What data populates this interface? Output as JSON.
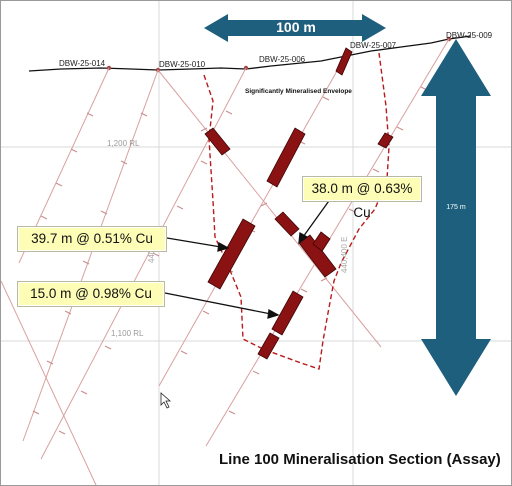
{
  "title": "Line 100 Mineralisation Section (Assay)",
  "scale_horizontal": "100 m",
  "scale_vertical": "175 m",
  "envelope_label": "Significantly Mineralised Envelope",
  "grid": {
    "rl_labels": [
      "1,200 RL",
      "1,100 RL"
    ],
    "easting_labels": [
      "440,400 E",
      "440,0"
    ]
  },
  "drillholes": [
    {
      "id": "DBW-25-014"
    },
    {
      "id": "DBW-25-010"
    },
    {
      "id": "DBW-25-006"
    },
    {
      "id": "DBW-25-007"
    },
    {
      "id": "DBW-25-009"
    }
  ],
  "intercepts": [
    {
      "label": "38.0 m @ 0.63% Cu"
    },
    {
      "label": "39.7 m @ 0.51% Cu"
    },
    {
      "label": "15.0 m @ 0.98% Cu"
    }
  ],
  "colors": {
    "arrow": "#1f5f7e",
    "mineralisation": "#8b1212",
    "drillhole": "#d9a0a0",
    "envelope": "#b71c1c",
    "callout": "#fdfdb6"
  }
}
